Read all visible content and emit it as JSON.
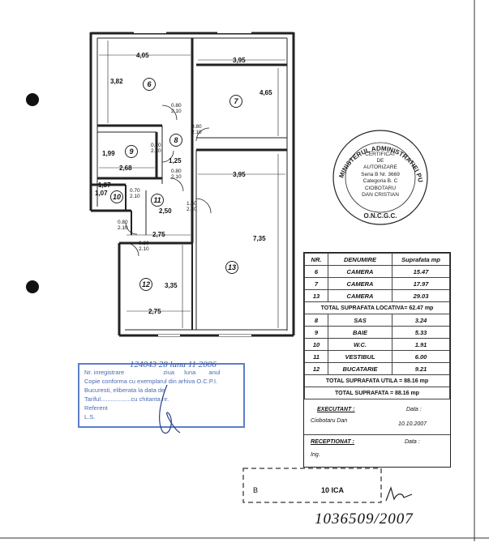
{
  "plan": {
    "dimensions": [
      "4,05",
      "3,95",
      "3,82",
      "4,65",
      "1,99",
      "2,68",
      "1,25",
      "3,95",
      "1,87",
      "1,07",
      "2,50",
      "2,75",
      "7,35",
      "3,35",
      "2,75"
    ],
    "doors": [
      "0.80\n2.10",
      "0.80\n2.10",
      "0.70\n2.10",
      "0.80\n2.10",
      "0.70\n2.10",
      "1.50\n2.10",
      "0.80\n2.10",
      "0.80\n2.10"
    ],
    "room_numbers": [
      "6",
      "7",
      "8",
      "9",
      "10",
      "11",
      "12",
      "13"
    ]
  },
  "seal": {
    "ring_text": "MINISTERUL ADMINISTRATIEI PUBLICE",
    "lines": [
      "CERTIFICAT",
      "DE",
      "AUTORIZARE",
      "Seria B Nr. 3669",
      "Categoria B. C",
      "CIOBOTARU",
      "DAN CRISTIAN"
    ],
    "bottom": "O.N.C.G.C."
  },
  "table": {
    "headers": [
      "NR.",
      "DENUMIRE",
      "Suprafata mp"
    ],
    "rows_locativa": [
      [
        "6",
        "CAMERA",
        "15.47"
      ],
      [
        "7",
        "CAMERA",
        "17.97"
      ],
      [
        "13",
        "CAMERA",
        "29.03"
      ]
    ],
    "total_locativa": "TOTAL SUPRAFATA LOCATIVA= 62.47 mp",
    "rows_utila": [
      [
        "8",
        "SAS",
        "3.24"
      ],
      [
        "9",
        "BAIE",
        "5.33"
      ],
      [
        "10",
        "W.C.",
        "1.91"
      ],
      [
        "11",
        "VESTIBUL",
        "6.00"
      ],
      [
        "12",
        "BUCATARIE",
        "9.21"
      ]
    ],
    "total_utila": "TOTAL SUPRAFATA UTILA = 88.16 mp",
    "total": "TOTAL SUPRAFATA = 88.16 mp",
    "executant_label": "EXECUTANT :",
    "data_label": "Data :",
    "executant_name": "Ciobotaru Dan",
    "executant_date": "10.10.2007",
    "receptionat_label": "RECEPTIONAT :",
    "receptionat_data_label": "Data :",
    "receptionat_name": "Ing."
  },
  "stamp": {
    "line1": "Nr. inregistrare",
    "line1_hand": "124043 28 luna 11 2006",
    "line1_words": [
      "ziua",
      "luna",
      "anul"
    ],
    "line2": "Copie conforma cu exemplarul din arhiva O.C.P.I.",
    "line3": "Bucuresti, eliberata la data de",
    "line4": "Tariful..................cu chitanta nr.",
    "line5": "Referent",
    "line6": "L.S."
  },
  "bottom": {
    "stamp_text1": "B",
    "stamp_text2": "10 ICA",
    "handwritten_number": "1036509/2007"
  }
}
